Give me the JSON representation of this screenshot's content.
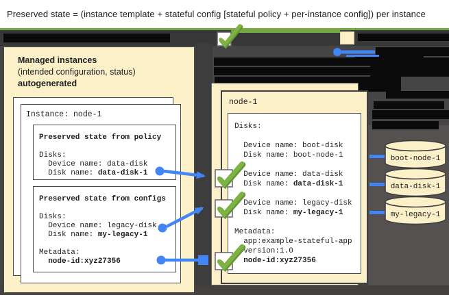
{
  "title": "Preserved state = (instance template + stateful config [stateful policy + per-instance config]) per instance",
  "left_panel": {
    "heading": "Managed instances",
    "subheading": "(intended configuration, status)",
    "subheading2": "autogenerated",
    "instance_title": "Instance: node-1",
    "policy_box": {
      "title": "Preserved state from policy",
      "disks_heading": "Disks:",
      "device_line": "  Device name: data-disk",
      "disk_label": "  Disk name: ",
      "disk_value": "data-disk-1"
    },
    "configs_box": {
      "title": "Preserved state from configs",
      "disks_heading": "Disks:",
      "device_line": "  Device name: legacy-disk",
      "disk_label": "  Disk name: ",
      "disk_value": "my-legacy-1",
      "metadata_heading": "Metadata:",
      "metadata_value": "  node-id:xyz27356"
    }
  },
  "right_panel": {
    "title": "node-1",
    "disks_heading": "Disks:",
    "entries": [
      {
        "device": "  Device name: boot-disk",
        "disk_label": "  Disk name: ",
        "disk_value": "boot-node-1"
      },
      {
        "device": "  Device name: data-disk",
        "disk_label": "  Disk name: ",
        "disk_value": "data-disk-1"
      },
      {
        "device": "  Device name: legacy-disk",
        "disk_label": "  Disk name: ",
        "disk_value": "my-legacy-1"
      }
    ],
    "metadata_heading": "Metadata:",
    "metadata_line1": "  app:example-stateful-app",
    "metadata_line2": "  version:1.0",
    "metadata_value": "  node-id:xyz27356"
  },
  "disks": {
    "boot": "boot-node-1",
    "data": "data-disk-1",
    "legacy": "my-legacy-1"
  },
  "colors": {
    "panel_cream": "#FCF0C8",
    "background_gray": "#454545",
    "redaction_black": "#0b0b0b",
    "connector_blue": "#4285F4",
    "check_green": "#7CB342",
    "check_green_dark": "#689338",
    "line_green": "#76A843"
  }
}
